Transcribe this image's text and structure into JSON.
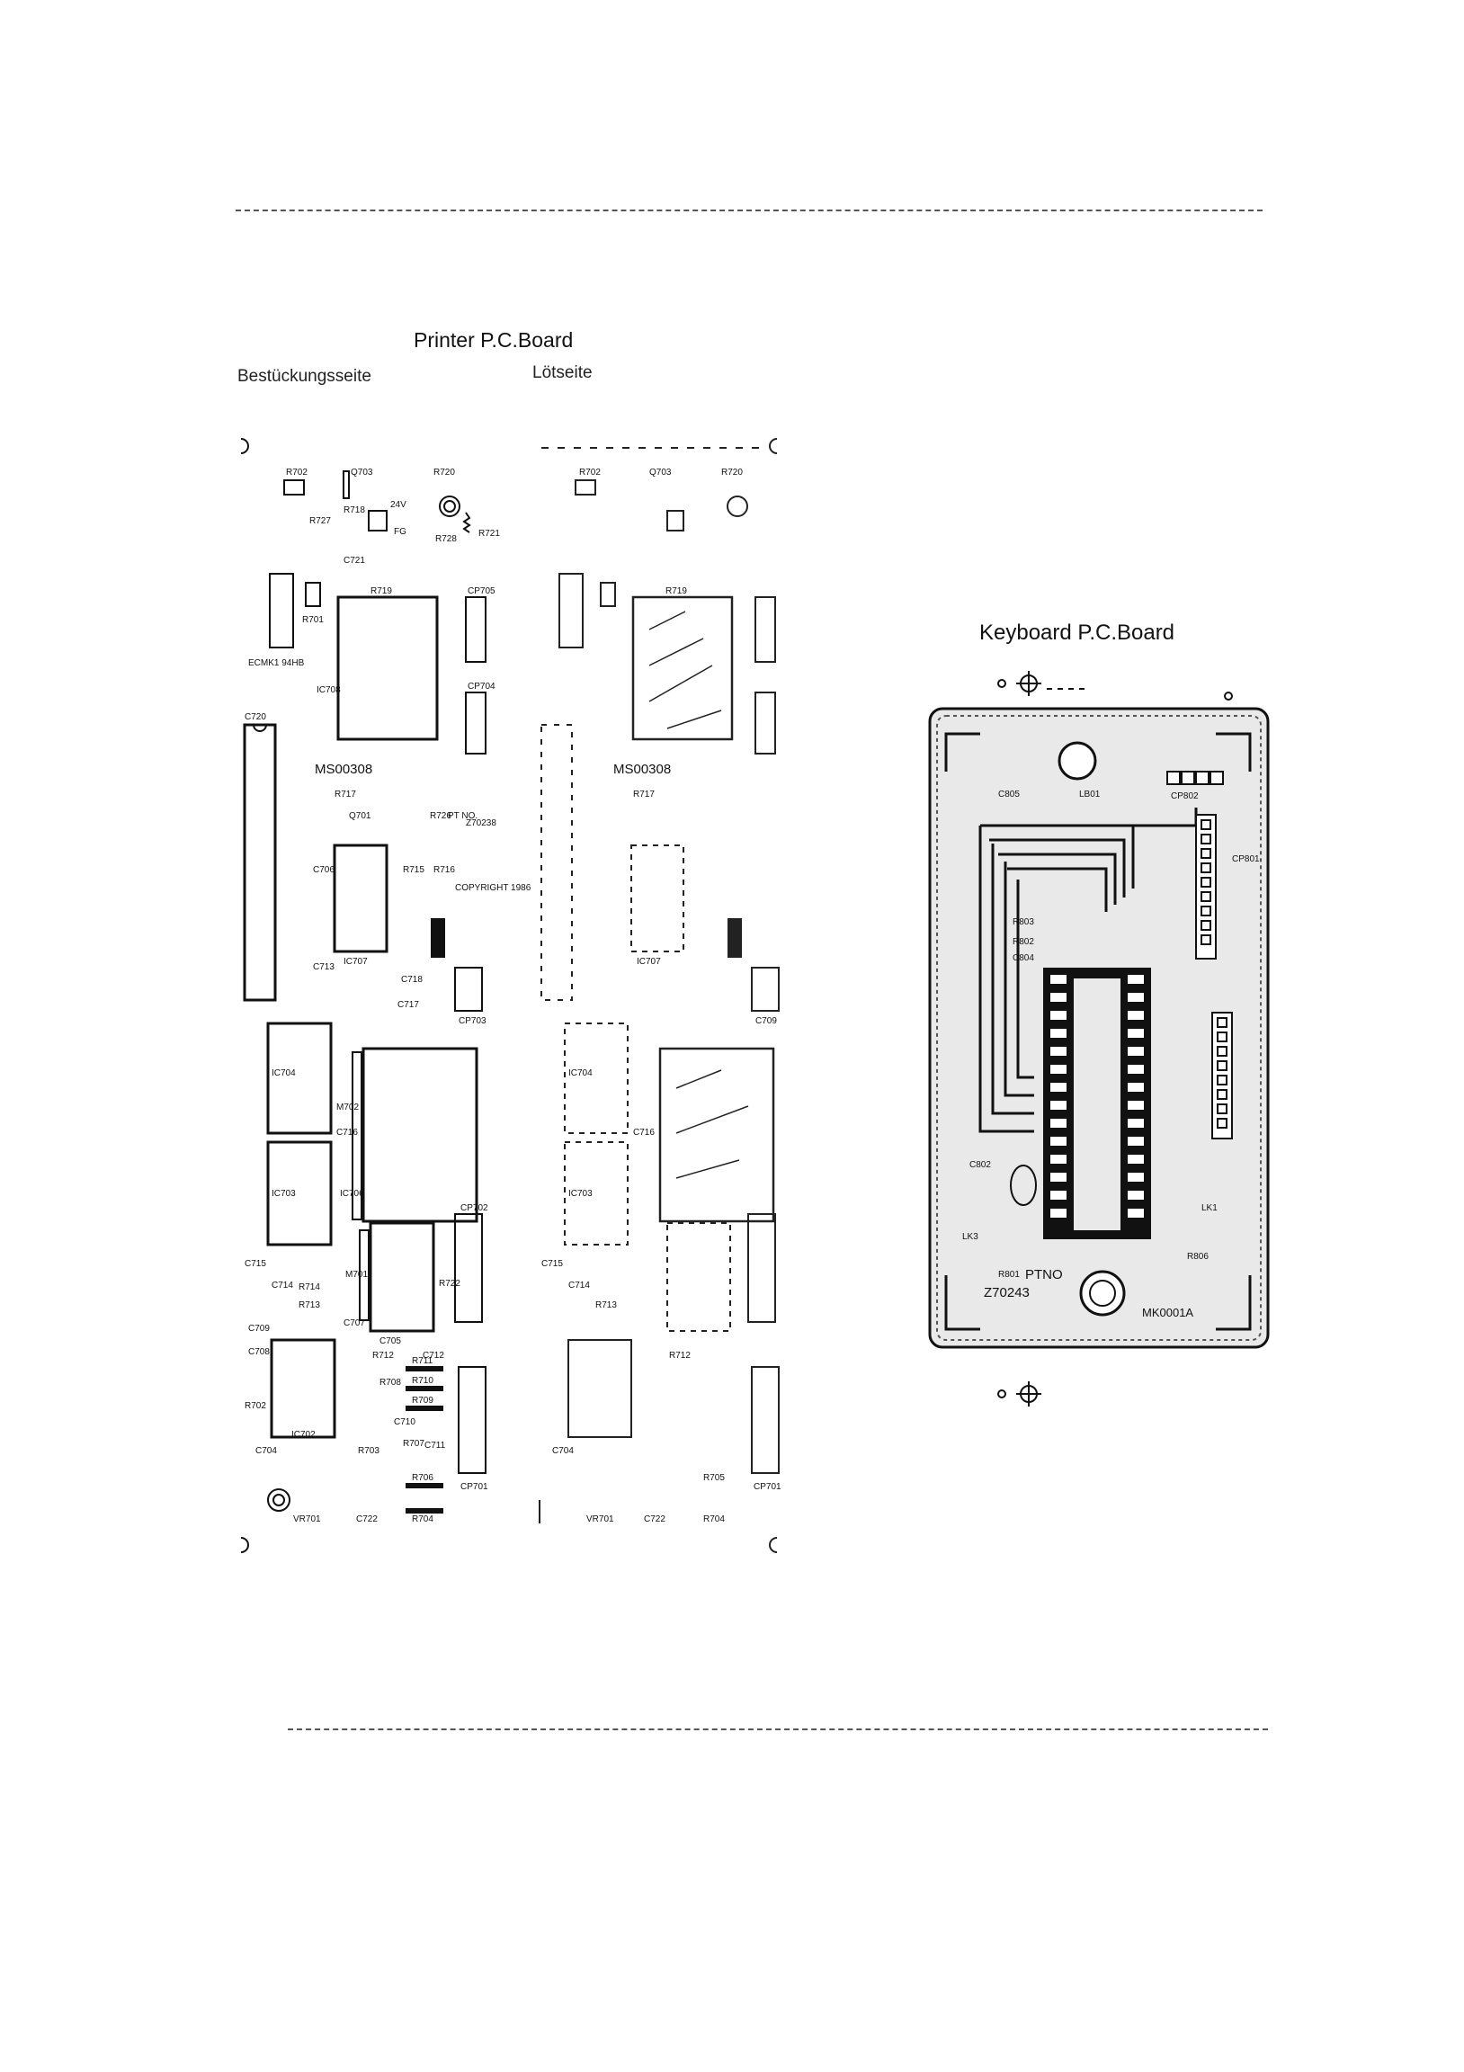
{
  "printer": {
    "title": "Printer P.C.Board",
    "component_side": "Bestückungsseite",
    "solder_side": "Lötseite",
    "labels": {
      "r702": "R702",
      "r727": "R727",
      "q703": "Q703",
      "r718": "R718",
      "r720": "R720",
      "v24": "24V",
      "fg": "FG",
      "r728": "R728",
      "r721": "R721",
      "c721": "C721",
      "r719": "R719",
      "cp705": "CP705",
      "cp704": "CP704",
      "r701": "R701",
      "ic708": "IC708",
      "c720": "C720",
      "ecmk": "ECMK1 94HB",
      "ms": "MS00308",
      "r717": "R717",
      "q701": "Q701",
      "r726": "R726",
      "ptno": "PT NO.",
      "z70238": "Z70238",
      "copyright": "COPYRIGHT 1986",
      "c706": "C706",
      "ic707": "IC707",
      "r715": "R715",
      "r716": "R716",
      "c713": "C713",
      "c718": "C718",
      "c717": "C717",
      "cp703": "CP703",
      "ic704": "IC704",
      "m702": "M702",
      "c716": "C716",
      "ic706": "IC706",
      "ic703": "IC703",
      "c715": "C715",
      "c714": "C714",
      "r714": "R714",
      "r713": "R713",
      "m701": "M701",
      "cp702": "CP702",
      "r722": "R722",
      "c705": "C705",
      "r712": "R712",
      "c712": "C712",
      "r711": "R711",
      "r710": "R710",
      "r709": "R709",
      "r708": "R708",
      "r702b": "R702",
      "c710": "C710",
      "r707": "R707",
      "c711": "C711",
      "ic702": "IC702",
      "c704": "C704",
      "r703": "R703",
      "r706": "R706",
      "r705": "R705",
      "r704": "R704",
      "c722": "C722",
      "vr701": "VR701",
      "cp701": "CP701",
      "c709": "C709",
      "c708": "C708",
      "c707": "C707"
    }
  },
  "keyboard": {
    "title": "Keyboard P.C.Board",
    "labels": {
      "c805": "C805",
      "lb01": "LB01",
      "cp802": "CP802",
      "cp801": "CP801",
      "r803": "R803",
      "r802": "R802",
      "c804": "C804",
      "lk1": "LK1",
      "lk3": "LK3",
      "c802": "C802",
      "r801": "R801",
      "r806": "R806",
      "ptno": "PTNO",
      "z70243": "Z70243",
      "mk": "MK0001A"
    }
  }
}
